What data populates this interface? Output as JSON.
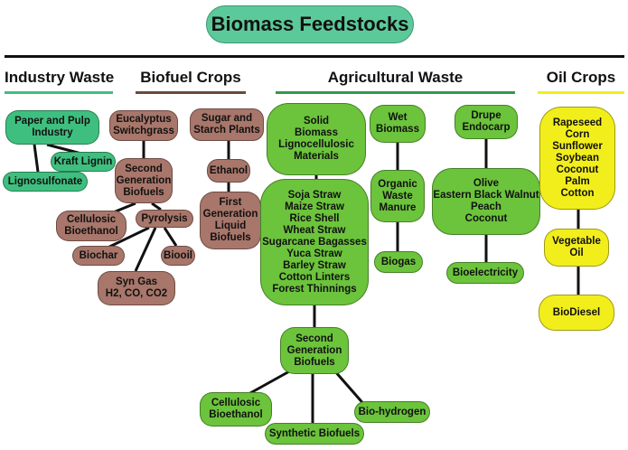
{
  "title": "Biomass Feedstocks",
  "colors": {
    "industry": "#3fbf7f",
    "biofuel": "#a8766a",
    "agricultural": "#6cc33c",
    "oil": "#f2ee1c",
    "title": "#5cc99a",
    "industry_line": "#3fbf7f",
    "biofuel_line": "#6b4a3a",
    "agricultural_line": "#2e9a50",
    "oil_line": "#f2ee1c"
  },
  "categories": {
    "industry": "Industry Waste",
    "biofuel": "Biofuel Crops",
    "agricultural": "Agricultural Waste",
    "oil": "Oil Crops"
  },
  "nodes": {
    "paper_pulp": "Paper and Pulp\nIndustry",
    "kraft_lignin": "Kraft Lignin",
    "lignosulfonate": "Lignosulfonate",
    "eucalyptus": "Eucalyptus\nSwitchgrass",
    "sugar_starch": "Sugar and\nStarch Plants",
    "second_gen_bio": "Second\nGeneration\nBiofuels",
    "ethanol": "Ethanol",
    "first_gen": "First\nGeneration\nLiquid\nBiofuels",
    "cellulosic_bio": "Cellulosic\nBioethanol",
    "pyrolysis": "Pyrolysis",
    "biochar": "Biochar",
    "biooil": "Biooil",
    "syngas": "Syn Gas\nH2, CO, CO2",
    "solid_biomass": "Solid\nBiomass\nLignocellulosic\nMaterials",
    "wet_biomass": "Wet\nBiomass",
    "drupe": "Drupe\nEndocarp",
    "straw_list": "Soja Straw\nMaize Straw\nRice Shell\nWheat Straw\nSugarcane Bagasses\nYuca Straw\nBarley Straw\nCotton Linters\nForest Thinnings",
    "organic_manure": "Organic\nWaste\nManure",
    "olive_list": "Olive\nEastern Black Walnut\nPeach\nCoconut",
    "biogas": "Biogas",
    "bioelectricity": "Bioelectricity",
    "second_gen_agr": "Second\nGeneration\nBiofuels",
    "cellulosic_agr": "Cellulosic\nBioethanol",
    "synthetic": "Synthetic Biofuels",
    "biohydrogen": "Bio-hydrogen",
    "oil_list": "Rapeseed\nCorn\nSunflower\nSoybean\nCoconut\nPalm\nCotton",
    "vegetable_oil": "Vegetable\nOil",
    "biodiesel": "BioDiesel"
  }
}
